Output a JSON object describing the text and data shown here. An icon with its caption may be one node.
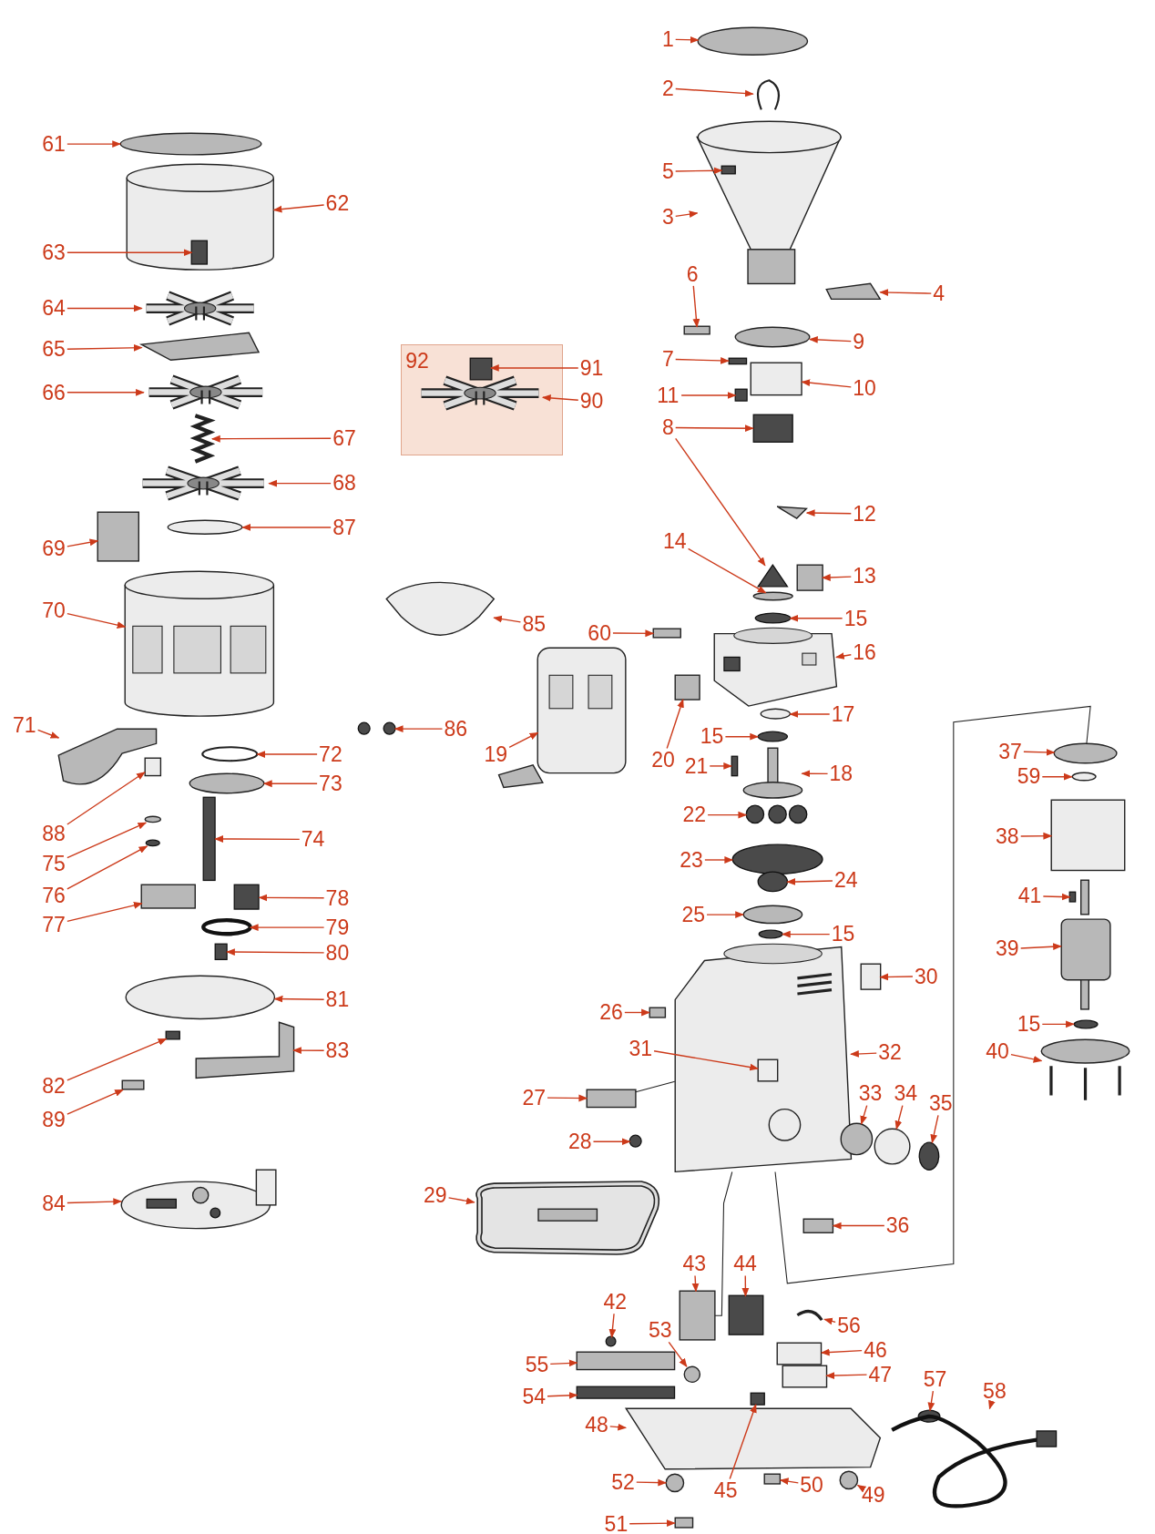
{
  "diagram": {
    "nodes": [
      {
        "text": [
          "92"
        ]
      },
      {
        "text": [
          "91"
        ]
      },
      {
        "text": [
          "90"
        ]
      },
      {
        "text": [
          "61"
        ]
      },
      {
        "text": [
          "62"
        ]
      },
      {
        "text": [
          "63"
        ]
      },
      {
        "text": [
          "64"
        ]
      },
      {
        "text": [
          "65"
        ]
      },
      {
        "text": [
          "66"
        ]
      },
      {
        "text": [
          "67"
        ]
      },
      {
        "text": [
          "68"
        ]
      },
      {
        "text": [
          "87"
        ]
      },
      {
        "text": [
          "69"
        ]
      },
      {
        "text": [
          "70"
        ]
      },
      {
        "text": [
          "71"
        ]
      },
      {
        "text": [
          "72"
        ]
      },
      {
        "text": [
          "73"
        ]
      },
      {
        "text": [
          "88"
        ]
      },
      {
        "text": [
          "75"
        ]
      },
      {
        "text": [
          "76"
        ]
      },
      {
        "text": [
          "74"
        ]
      },
      {
        "text": [
          "78"
        ]
      },
      {
        "text": [
          "77"
        ]
      },
      {
        "text": [
          "79"
        ]
      },
      {
        "text": [
          "80"
        ]
      },
      {
        "text": [
          "81"
        ]
      },
      {
        "text": [
          "83"
        ]
      },
      {
        "text": [
          "82"
        ]
      },
      {
        "text": [
          "89"
        ]
      },
      {
        "text": [
          "84"
        ]
      },
      {
        "text": [
          "85"
        ]
      },
      {
        "text": [
          "86"
        ]
      },
      {
        "text": [
          "1"
        ]
      },
      {
        "text": [
          "2"
        ]
      },
      {
        "text": [
          "5"
        ]
      },
      {
        "text": [
          "3"
        ]
      },
      {
        "text": [
          "4"
        ]
      },
      {
        "text": [
          "6"
        ]
      },
      {
        "text": [
          "9"
        ]
      },
      {
        "text": [
          "7"
        ]
      },
      {
        "text": [
          "10"
        ]
      },
      {
        "text": [
          "11"
        ]
      },
      {
        "text": [
          "8"
        ]
      },
      {
        "text": [
          "12"
        ]
      },
      {
        "text": [
          "14"
        ]
      },
      {
        "text": [
          "13"
        ]
      },
      {
        "text": [
          "15"
        ]
      },
      {
        "text": [
          "60"
        ]
      },
      {
        "text": [
          "16"
        ]
      },
      {
        "text": [
          "19"
        ]
      },
      {
        "text": [
          "20"
        ]
      },
      {
        "text": [
          "17"
        ]
      },
      {
        "text": [
          "15"
        ]
      },
      {
        "text": [
          "21"
        ]
      },
      {
        "text": [
          "18"
        ]
      },
      {
        "text": [
          "22"
        ]
      },
      {
        "text": [
          "23"
        ]
      },
      {
        "text": [
          "24"
        ]
      },
      {
        "text": [
          "25"
        ]
      },
      {
        "text": [
          "15"
        ]
      },
      {
        "text": [
          "30"
        ]
      },
      {
        "text": [
          "26"
        ]
      },
      {
        "text": [
          "31"
        ]
      },
      {
        "text": [
          "32"
        ]
      },
      {
        "text": [
          "27"
        ]
      },
      {
        "text": [
          "33"
        ]
      },
      {
        "text": [
          "34"
        ]
      },
      {
        "text": [
          "35"
        ]
      },
      {
        "text": [
          "28"
        ]
      },
      {
        "text": [
          "29"
        ]
      },
      {
        "text": [
          "36"
        ]
      },
      {
        "text": [
          "37"
        ]
      },
      {
        "text": [
          "59"
        ]
      },
      {
        "text": [
          "38"
        ]
      },
      {
        "text": [
          "41"
        ]
      },
      {
        "text": [
          "39"
        ]
      },
      {
        "text": [
          "15"
        ]
      },
      {
        "text": [
          "40"
        ]
      },
      {
        "text": [
          "43"
        ]
      },
      {
        "text": [
          "44"
        ]
      },
      {
        "text": [
          "42"
        ]
      },
      {
        "text": [
          "53"
        ]
      },
      {
        "text": [
          "56"
        ]
      },
      {
        "text": [
          "55"
        ]
      },
      {
        "text": [
          "46"
        ]
      },
      {
        "text": [
          "47"
        ]
      },
      {
        "text": [
          "54"
        ]
      },
      {
        "text": [
          "48"
        ]
      },
      {
        "text": [
          "45"
        ]
      },
      {
        "text": [
          "49"
        ]
      },
      {
        "text": [
          "57"
        ]
      },
      {
        "text": [
          "58"
        ]
      },
      {
        "text": [
          "52"
        ]
      },
      {
        "text": [
          "50"
        ]
      },
      {
        "text": [
          "51"
        ]
      },
      {
        "text": [],
        "shape": "box",
        "in": 0
      },
      {
        "text": [],
        "shape": "picture",
        "in": 0
      },
      {
        "text": [],
        "shape": "circle"
      },
      {
        "text": [],
        "shape": "picture"
      },
      {
        "text": [],
        "shape": "box",
        "in": 98
      },
      {
        "text": [],
        "shape": "picture"
      },
      {
        "text": [],
        "shape": "picture"
      },
      {
        "text": [],
        "shape": "picture"
      },
      {
        "text": [],
        "shape": "picture"
      },
      {
        "text": [],
        "shape": "picture"
      },
      {
        "text": [],
        "shape": "circle"
      },
      {
        "text": [],
        "shape": "box"
      },
      {
        "text": [],
        "shape": "picture"
      },
      {
        "text": [],
        "shape": "picture"
      },
      {
        "text": [],
        "shape": "circle"
      },
      {
        "text": [],
        "shape": "circle"
      },
      {
        "text": [],
        "shape": "box"
      },
      {
        "text": [],
        "shape": "circle"
      },
      {
        "text": [],
        "shape": "circle"
      },
      {
        "text": [],
        "shape": "box"
      },
      {
        "text": [],
        "shape": "box"
      },
      {
        "text": [],
        "shape": "box"
      },
      {
        "text": [],
        "shape": "circle"
      },
      {
        "text": [],
        "shape": "box"
      },
      {
        "text": [],
        "shape": "circle"
      },
      {
        "text": [],
        "shape": "picture"
      },
      {
        "text": [],
        "shape": "box"
      },
      {
        "text": [],
        "shape": "box"
      },
      {
        "text": [],
        "shape": "picture"
      },
      {
        "text": [],
        "shape": "picture"
      },
      {
        "text": [],
        "shape": "picture"
      },
      {
        "text": [],
        "shape": "circle"
      },
      {
        "text": [],
        "shape": "picture"
      },
      {
        "text": [],
        "shape": "picture"
      },
      {
        "text": [],
        "shape": "box",
        "in": 128
      },
      {
        "text": [],
        "shape": "picture"
      },
      {
        "text": [],
        "shape": "box"
      },
      {
        "text": [],
        "shape": "circle"
      },
      {
        "text": [],
        "shape": "box"
      },
      {
        "text": [],
        "shape": "box"
      },
      {
        "text": [],
        "shape": "box"
      },
      {
        "text": [],
        "shape": "box"
      },
      {
        "text": [],
        "shape": "picture"
      },
      {
        "text": [],
        "shape": "picture"
      },
      {
        "text": [],
        "shape": "circle"
      },
      {
        "text": [],
        "shape": "box"
      },
      {
        "text": [],
        "shape": "circle"
      },
      {
        "text": [],
        "shape": "box"
      },
      {
        "text": [],
        "shape": "picture"
      },
      {
        "text": [],
        "shape": "picture"
      },
      {
        "text": [],
        "shape": "box"
      },
      {
        "text": [],
        "shape": "circle"
      },
      {
        "text": [],
        "shape": "circle"
      },
      {
        "text": [],
        "shape": "box"
      },
      {
        "text": [],
        "shape": "picture"
      },
      {
        "text": [],
        "shape": "picture"
      },
      {
        "text": [],
        "shape": "circle"
      },
      {
        "text": [],
        "shape": "circle"
      },
      {
        "text": [],
        "shape": "circle"
      },
      {
        "text": [],
        "shape": "circle"
      },
      {
        "text": [],
        "shape": "box"
      },
      {
        "text": [],
        "shape": "box"
      },
      {
        "text": [],
        "shape": "picture"
      },
      {
        "text": [],
        "shape": "box",
        "in": 157
      },
      {
        "text": [],
        "shape": "box"
      },
      {
        "text": [],
        "shape": "circle"
      },
      {
        "text": [],
        "shape": "circle"
      },
      {
        "text": [],
        "shape": "circle"
      },
      {
        "text": [],
        "shape": "circle"
      },
      {
        "text": [],
        "shape": "picture"
      },
      {
        "text": [],
        "shape": "box"
      },
      {
        "text": [],
        "shape": "circle"
      },
      {
        "text": [],
        "shape": "circle"
      },
      {
        "text": [],
        "shape": "box"
      },
      {
        "text": [],
        "shape": "picture"
      },
      {
        "text": [],
        "shape": "box",
        "in": 169
      },
      {
        "text": [],
        "shape": "circle"
      },
      {
        "text": [],
        "shape": "picture"
      },
      {
        "text": [],
        "shape": "box"
      },
      {
        "text": [],
        "shape": "box"
      },
      {
        "text": [],
        "shape": "circle"
      },
      {
        "text": [],
        "shape": "circle"
      },
      {
        "text": [],
        "shape": "picture"
      },
      {
        "text": [],
        "shape": "box"
      },
      {
        "text": [],
        "shape": "box"
      },
      {
        "text": [],
        "shape": "box"
      },
      {
        "text": [],
        "shape": "box"
      },
      {
        "text": [],
        "shape": "picture"
      },
      {
        "text": [],
        "shape": "box"
      },
      {
        "text": [],
        "shape": "circle"
      },
      {
        "text": [],
        "shape": "circle"
      },
      {
        "text": [],
        "shape": "picture"
      },
      {
        "text": [],
        "shape": "circle"
      },
      {
        "text": [],
        "shape": "box"
      },
      {
        "text": [],
        "shape": "box"
      }
    ],
    "edges": [
      {
        "from": 1,
        "to": 95,
        "arrow": "to"
      },
      {
        "from": 2,
        "to": 96,
        "arrow": "to"
      },
      {
        "from": 3,
        "to": 97,
        "arrow": "to"
      },
      {
        "from": 4,
        "to": 98,
        "arrow": "to"
      },
      {
        "from": 5,
        "to": 99,
        "arrow": "to"
      },
      {
        "from": 6,
        "to": 100,
        "arrow": "to"
      },
      {
        "from": 7,
        "to": 101,
        "arrow": "to"
      },
      {
        "from": 8,
        "to": 102,
        "arrow": "to"
      },
      {
        "from": 9,
        "to": 103,
        "arrow": "to"
      },
      {
        "from": 10,
        "to": 104,
        "arrow": "to"
      },
      {
        "from": 11,
        "to": 105,
        "arrow": "to"
      },
      {
        "from": 12,
        "to": 106,
        "arrow": "to"
      },
      {
        "from": 13,
        "to": 107,
        "arrow": "to"
      },
      {
        "from": 14,
        "to": 108,
        "arrow": "to"
      },
      {
        "from": 15,
        "to": 109,
        "arrow": "to"
      },
      {
        "from": 16,
        "to": 110,
        "arrow": "to"
      },
      {
        "from": 17,
        "to": 111,
        "arrow": "to"
      },
      {
        "from": 18,
        "to": 112,
        "arrow": "to"
      },
      {
        "from": 19,
        "to": 113,
        "arrow": "to"
      },
      {
        "from": 20,
        "to": 114,
        "arrow": "to"
      },
      {
        "from": 21,
        "to": 115,
        "arrow": "to"
      },
      {
        "from": 22,
        "to": 116,
        "arrow": "to"
      },
      {
        "from": 23,
        "to": 117,
        "arrow": "to"
      },
      {
        "from": 24,
        "to": 118,
        "arrow": "to"
      },
      {
        "from": 25,
        "to": 119,
        "arrow": "to"
      },
      {
        "from": 26,
        "to": 120,
        "arrow": "to"
      },
      {
        "from": 27,
        "to": 121,
        "arrow": "to"
      },
      {
        "from": 28,
        "to": 122,
        "arrow": "to"
      },
      {
        "from": 29,
        "to": 123,
        "arrow": "to"
      },
      {
        "from": 30,
        "to": 124,
        "arrow": "to"
      },
      {
        "from": 31,
        "to": 125,
        "arrow": "to"
      },
      {
        "from": 32,
        "to": 126,
        "arrow": "to"
      },
      {
        "from": 33,
        "to": 127,
        "arrow": "to"
      },
      {
        "from": 34,
        "to": 129,
        "arrow": "to"
      },
      {
        "from": 35,
        "to": 128,
        "arrow": "to"
      },
      {
        "from": 36,
        "to": 130,
        "arrow": "to"
      },
      {
        "from": 37,
        "to": 131,
        "arrow": "to"
      },
      {
        "from": 38,
        "to": 132,
        "arrow": "to"
      },
      {
        "from": 39,
        "to": 133,
        "arrow": "to"
      },
      {
        "from": 40,
        "to": 134,
        "arrow": "to"
      },
      {
        "from": 41,
        "to": 135,
        "arrow": "to"
      },
      {
        "from": 42,
        "to": 136,
        "arrow": "to"
      },
      {
        "from": 42,
        "to": 137,
        "arrow": "to"
      },
      {
        "from": 43,
        "to": 138,
        "arrow": "to"
      },
      {
        "from": 44,
        "to": 139,
        "arrow": "to"
      },
      {
        "from": 45,
        "to": 140,
        "arrow": "to"
      },
      {
        "from": 46,
        "to": 141,
        "arrow": "to"
      },
      {
        "from": 47,
        "to": 142,
        "arrow": "to"
      },
      {
        "from": 48,
        "to": 143,
        "arrow": "to"
      },
      {
        "from": 49,
        "to": 144,
        "arrow": "to"
      },
      {
        "from": 50,
        "to": 145,
        "arrow": "to"
      },
      {
        "from": 51,
        "to": 146,
        "arrow": "to"
      },
      {
        "from": 52,
        "to": 147,
        "arrow": "to"
      },
      {
        "from": 53,
        "to": 148,
        "arrow": "to"
      },
      {
        "from": 54,
        "to": 149,
        "arrow": "to"
      },
      {
        "from": 55,
        "to": 150,
        "arrow": "to"
      },
      {
        "from": 56,
        "to": 151,
        "arrow": "to"
      },
      {
        "from": 57,
        "to": 152,
        "arrow": "to"
      },
      {
        "from": 58,
        "to": 153,
        "arrow": "to"
      },
      {
        "from": 59,
        "to": 154,
        "arrow": "to"
      },
      {
        "from": 60,
        "to": 155,
        "arrow": "to"
      },
      {
        "from": 61,
        "to": 156,
        "arrow": "to"
      },
      {
        "from": 62,
        "to": 158,
        "arrow": "to"
      },
      {
        "from": 63,
        "to": 157,
        "arrow": "to"
      },
      {
        "from": 64,
        "to": 159,
        "arrow": "to"
      },
      {
        "from": 65,
        "to": 160,
        "arrow": "to"
      },
      {
        "from": 66,
        "to": 161,
        "arrow": "to"
      },
      {
        "from": 67,
        "to": 162,
        "arrow": "to"
      },
      {
        "from": 68,
        "to": 163,
        "arrow": "to"
      },
      {
        "from": 69,
        "to": 164,
        "arrow": "to"
      },
      {
        "from": 70,
        "to": 165,
        "arrow": "to"
      },
      {
        "from": 71,
        "to": 166,
        "arrow": "to"
      },
      {
        "from": 72,
        "to": 167,
        "arrow": "to"
      },
      {
        "from": 73,
        "to": 168,
        "arrow": "to"
      },
      {
        "from": 74,
        "to": 170,
        "arrow": "to"
      },
      {
        "from": 75,
        "to": 169,
        "arrow": "to"
      },
      {
        "from": 76,
        "to": 171,
        "arrow": "to"
      },
      {
        "from": 77,
        "to": 172,
        "arrow": "to"
      },
      {
        "from": 78,
        "to": 173,
        "arrow": "to"
      },
      {
        "from": 79,
        "to": 174,
        "arrow": "to"
      },
      {
        "from": 80,
        "to": 175,
        "arrow": "to"
      },
      {
        "from": 81,
        "to": 176,
        "arrow": "to"
      },
      {
        "from": 82,
        "to": 177,
        "arrow": "to"
      },
      {
        "from": 83,
        "to": 178,
        "arrow": "to"
      },
      {
        "from": 84,
        "to": 179,
        "arrow": "to"
      },
      {
        "from": 85,
        "to": 180,
        "arrow": "to"
      },
      {
        "from": 86,
        "to": 181,
        "arrow": "to"
      },
      {
        "from": 87,
        "to": 182,
        "arrow": "to"
      },
      {
        "from": 88,
        "to": 183,
        "arrow": "to"
      },
      {
        "from": 89,
        "to": 184,
        "arrow": "to"
      },
      {
        "from": 90,
        "to": 185,
        "arrow": "to"
      },
      {
        "from": 91,
        "to": 186,
        "arrow": "to"
      },
      {
        "from": 92,
        "to": 187,
        "arrow": "to"
      },
      {
        "from": 93,
        "to": 188,
        "arrow": "to"
      },
      {
        "from": 94,
        "to": 189,
        "arrow": "to"
      },
      {
        "from": 157,
        "to": 173,
        "arrow": "none",
        "color": "#222222"
      },
      {
        "from": 157,
        "to": 166,
        "arrow": "none",
        "color": "#222222"
      },
      {
        "from": 159,
        "to": 157,
        "arrow": "none",
        "color": "#222222"
      }
    ]
  }
}
